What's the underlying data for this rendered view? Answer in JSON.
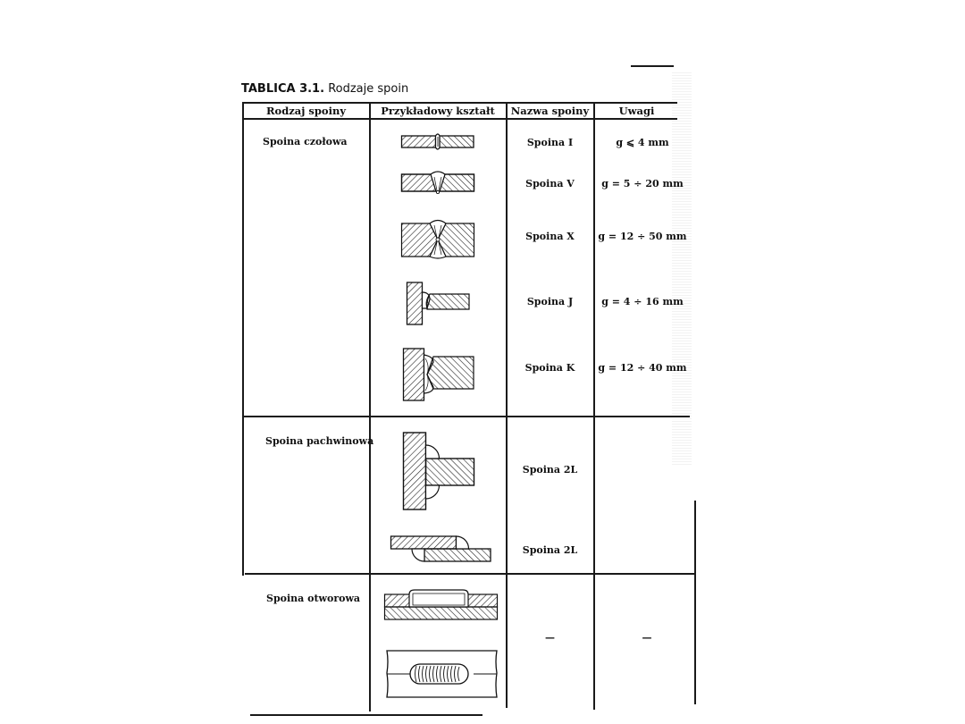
{
  "title": {
    "label": "TABLICA 3.1.",
    "caption": "Rodzaje spoin"
  },
  "table": {
    "headers": [
      "Rodzaj spoiny",
      "Przykładowy kształt",
      "Nazwa spoiny",
      "Uwagi"
    ],
    "groups": [
      {
        "type": "Spoina czołowa",
        "rows": [
          {
            "shape": "butt-weld-I-icon",
            "name": "Spoina I",
            "note": "g ⩽ 4 mm"
          },
          {
            "shape": "butt-weld-V-icon",
            "name": "Spoina V",
            "note": "g = 5 ÷ 20 mm"
          },
          {
            "shape": "butt-weld-X-icon",
            "name": "Spoina X",
            "note": "g = 12 ÷ 50 mm"
          },
          {
            "shape": "butt-weld-J-icon",
            "name": "Spoina J",
            "note": "g = 4 ÷ 16 mm"
          },
          {
            "shape": "butt-weld-K-icon",
            "name": "Spoina K",
            "note": "g = 12 ÷ 40 mm"
          }
        ]
      },
      {
        "type": "Spoina pachwinowa",
        "rows": [
          {
            "shape": "fillet-weld-tee-icon",
            "name": "Spoina 2L",
            "note": ""
          },
          {
            "shape": "fillet-weld-lap-icon",
            "name": "Spoina 2L",
            "note": ""
          }
        ]
      },
      {
        "type": "Spoina otworowa",
        "rows": [
          {
            "shape": "plug-weld-section-icon",
            "name": "—",
            "note": "—"
          },
          {
            "shape": "plug-weld-top-icon",
            "name": "",
            "note": ""
          }
        ]
      }
    ]
  }
}
